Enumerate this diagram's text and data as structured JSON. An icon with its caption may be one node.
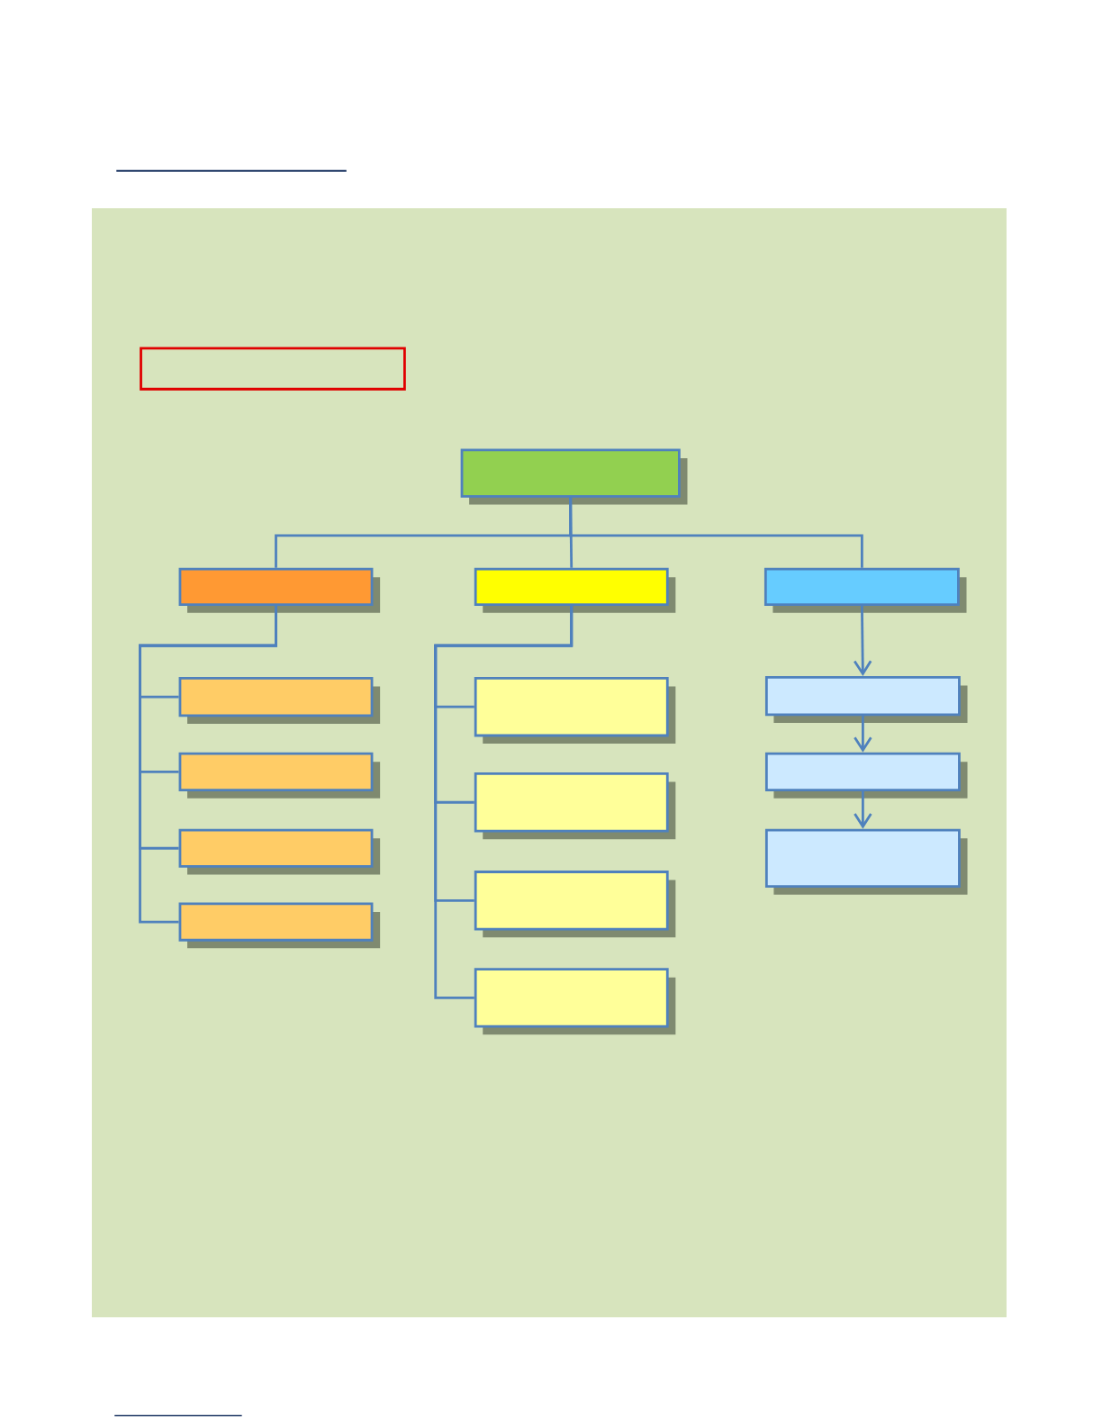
{
  "diagram": {
    "nodes": [
      {
        "text": [],
        "shape": "box"
      },
      {
        "text": [],
        "shape": "box"
      },
      {
        "text": [],
        "shape": "box"
      },
      {
        "text": [],
        "shape": "box"
      },
      {
        "text": [],
        "shape": "box"
      },
      {
        "text": [],
        "shape": "box"
      },
      {
        "text": [],
        "shape": "box"
      },
      {
        "text": [],
        "shape": "box"
      },
      {
        "text": [],
        "shape": "box"
      },
      {
        "text": [],
        "shape": "box"
      },
      {
        "text": [],
        "shape": "box"
      },
      {
        "text": [],
        "shape": "box"
      },
      {
        "text": [],
        "shape": "box"
      },
      {
        "text": [],
        "shape": "box"
      },
      {
        "text": [],
        "shape": "box"
      },
      {
        "text": [],
        "shape": "box"
      }
    ],
    "edges": [
      {
        "from": 1,
        "to": 2,
        "arrow": "none"
      },
      {
        "from": 1,
        "to": 3,
        "arrow": "none"
      },
      {
        "from": 1,
        "to": 4,
        "arrow": "none"
      },
      {
        "from": 2,
        "to": 5,
        "arrow": "none"
      },
      {
        "from": 2,
        "to": 6,
        "arrow": "none"
      },
      {
        "from": 2,
        "to": 7,
        "arrow": "none"
      },
      {
        "from": 2,
        "to": 8,
        "arrow": "none"
      },
      {
        "from": 3,
        "to": 9,
        "arrow": "none"
      },
      {
        "from": 3,
        "to": 10,
        "arrow": "none"
      },
      {
        "from": 3,
        "to": 11,
        "arrow": "none"
      },
      {
        "from": 3,
        "to": 12,
        "arrow": "none"
      },
      {
        "from": 4,
        "to": 13,
        "arrow": "to"
      },
      {
        "from": 13,
        "to": 14,
        "arrow": "to"
      },
      {
        "from": 14,
        "to": 15,
        "arrow": "to"
      }
    ]
  }
}
